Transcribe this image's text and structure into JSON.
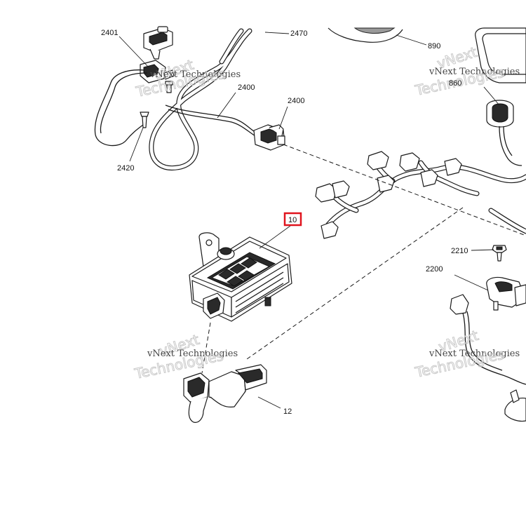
{
  "callouts": {
    "c2401": "2401",
    "c2470": "2470",
    "c890": "890",
    "c2400a": "2400",
    "c2400b": "2400",
    "c860": "860",
    "c2420": "2420",
    "c10": "10",
    "c2210": "2210",
    "c2200": "2200",
    "c12": "12"
  },
  "watermark": {
    "line1": "vNext Technologies",
    "line2": "Technologies",
    "overlay": "vNext"
  },
  "colors": {
    "highlight": "#e0141e",
    "ink": "#1a1a1a"
  }
}
